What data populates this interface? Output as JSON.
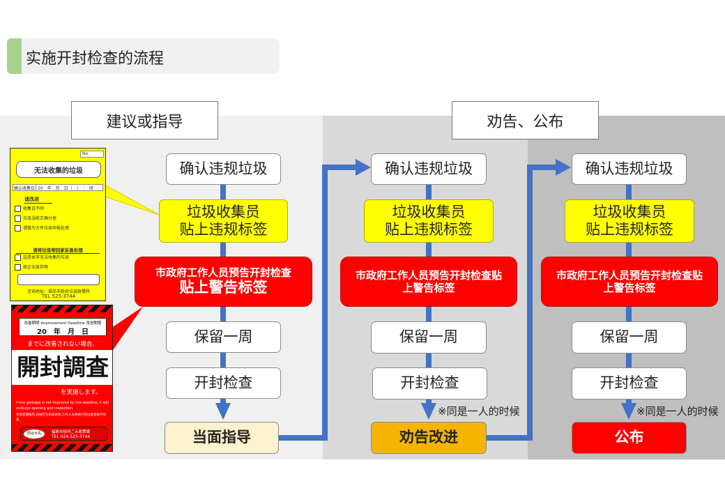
{
  "title": "实施开封检查的流程",
  "colors": {
    "accent_green": "#a9d18e",
    "flow_blue": "#4472c4",
    "yellow": "#ffff00",
    "red": "#ff0000",
    "orange": "#f4b400",
    "col1_bg": "#f0f0f0",
    "col2_bg": "#d9d9d9",
    "col3_bg": "#bfbfbf"
  },
  "headers": {
    "advice": "建议或指导",
    "recommend": "劝告、公布"
  },
  "columns": [
    {
      "confirm": "确认违规垃圾",
      "collector_1": "垃圾收集员",
      "collector_2": "贴上违规标签",
      "warning_1": "市政府工作人员预告开封检查",
      "warning_2": "贴上警告标签",
      "hold": "保留一周",
      "open": "开封检查",
      "result": "当面指导"
    },
    {
      "confirm": "确认违规垃圾",
      "collector_1": "垃圾收集员",
      "collector_2": "贴上违规标签",
      "warning_1": "市政府工作人员预告开封检查贴",
      "warning_2": "上警告标签",
      "hold": "保留一周",
      "open": "开封检查",
      "note": "※同是一人的时候",
      "result": "劝告改进"
    },
    {
      "confirm": "确认违规垃圾",
      "collector_1": "垃圾收集员",
      "collector_2": "贴上违规标签",
      "warning_1": "市政府工作人员预告开封检查贴",
      "warning_2": "上警告标签",
      "hold": "保留一周",
      "open": "开封检查",
      "note": "※同是一人的时候",
      "result": "公布"
    }
  ],
  "yellow_label": {
    "no": "No.",
    "title": "无法收集的垃圾",
    "date_label": "确认收集日",
    "date_value": "20　年　月　日（　）　：　顷",
    "section1": "请改进",
    "items1": [
      "收集日不同",
      "垃圾没能正确分类",
      "请做为大件垃圾申报处理"
    ],
    "section2": "请将垃圾带回家妥善处理",
    "items2": [
      "这是本市无法收集的垃圾",
      "商企业废弃物"
    ],
    "contact": "咨询地址：福岛市政府垃圾政策科",
    "tel": "TEL 525-3744"
  },
  "red_label": {
    "deadline": "改善期限 Improvement Deadline 改进期限",
    "date": "20　年　月　日",
    "line1": "までに改善されない場合、",
    "big": "開封調査",
    "line2": "を実施します。",
    "en": "If the garbage is not improved by the deadline, it will undergo opening and inspection.",
    "zh": "在规定期限内,违规行为尚未改善,工作人员将会打开垃圾袋进行检查。",
    "badge": "問合せ先",
    "office": "福島市役所ごみ政策課",
    "tel": "TEL 024-525-3744"
  }
}
